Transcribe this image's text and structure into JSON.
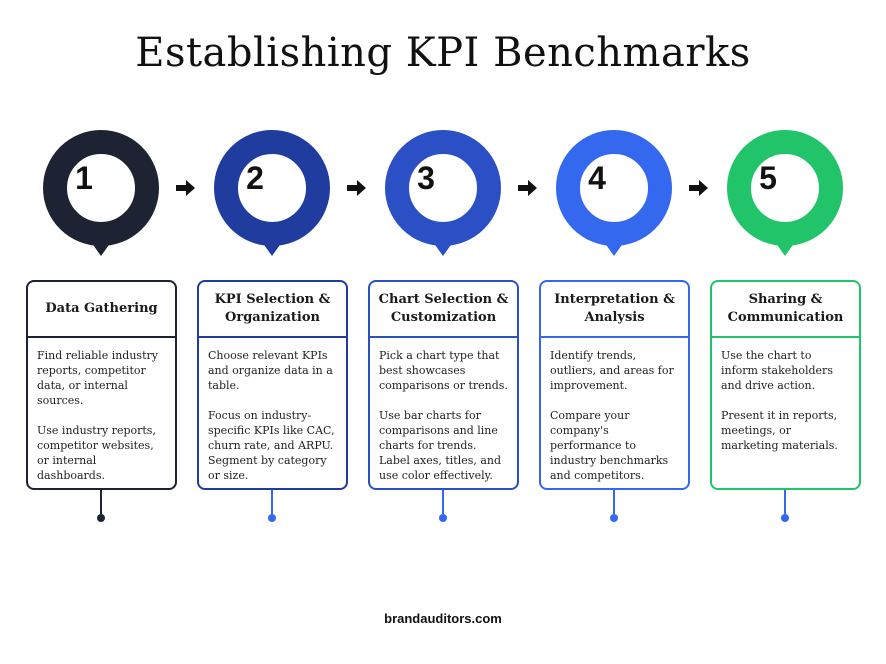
{
  "title": "Establishing KPI Benchmarks",
  "steps": [
    {
      "number": "1",
      "heading": "Data Gathering",
      "color": "#1d2333",
      "paragraphs": [
        "Find reliable industry reports, competitor data, or internal sources.",
        "Use industry reports, competitor websites, or internal dashboards."
      ]
    },
    {
      "number": "2",
      "heading": "KPI Selection & Organization",
      "color": "#1f3c9e",
      "paragraphs": [
        "Choose relevant KPIs and organize data in a table.",
        "Focus on industry-specific KPIs like CAC, churn rate, and ARPU. Segment by category or size."
      ]
    },
    {
      "number": "3",
      "heading": "Chart Selection & Customization",
      "color": "#2b50c6",
      "paragraphs": [
        "Pick a chart type that best showcases comparisons or trends.",
        "Use bar charts for comparisons and line charts for trends. Label axes, titles, and use color effectively."
      ]
    },
    {
      "number": "4",
      "heading": "Interpretation & Analysis",
      "color": "#3468ef",
      "paragraphs": [
        "Identify trends, outliers, and areas for improvement.",
        "Compare your company's performance to industry benchmarks and competitors."
      ]
    },
    {
      "number": "5",
      "heading": "Sharing & Communication",
      "color": "#22c46a",
      "paragraphs": [
        "Use the chart to inform stakeholders and drive action.",
        "Present it in reports, meetings, or marketing materials."
      ]
    }
  ],
  "dot_colors": [
    "#1d2333",
    "#3468ef",
    "#3468ef",
    "#3468ef",
    "#3468ef"
  ],
  "footer": "brandauditors.com"
}
